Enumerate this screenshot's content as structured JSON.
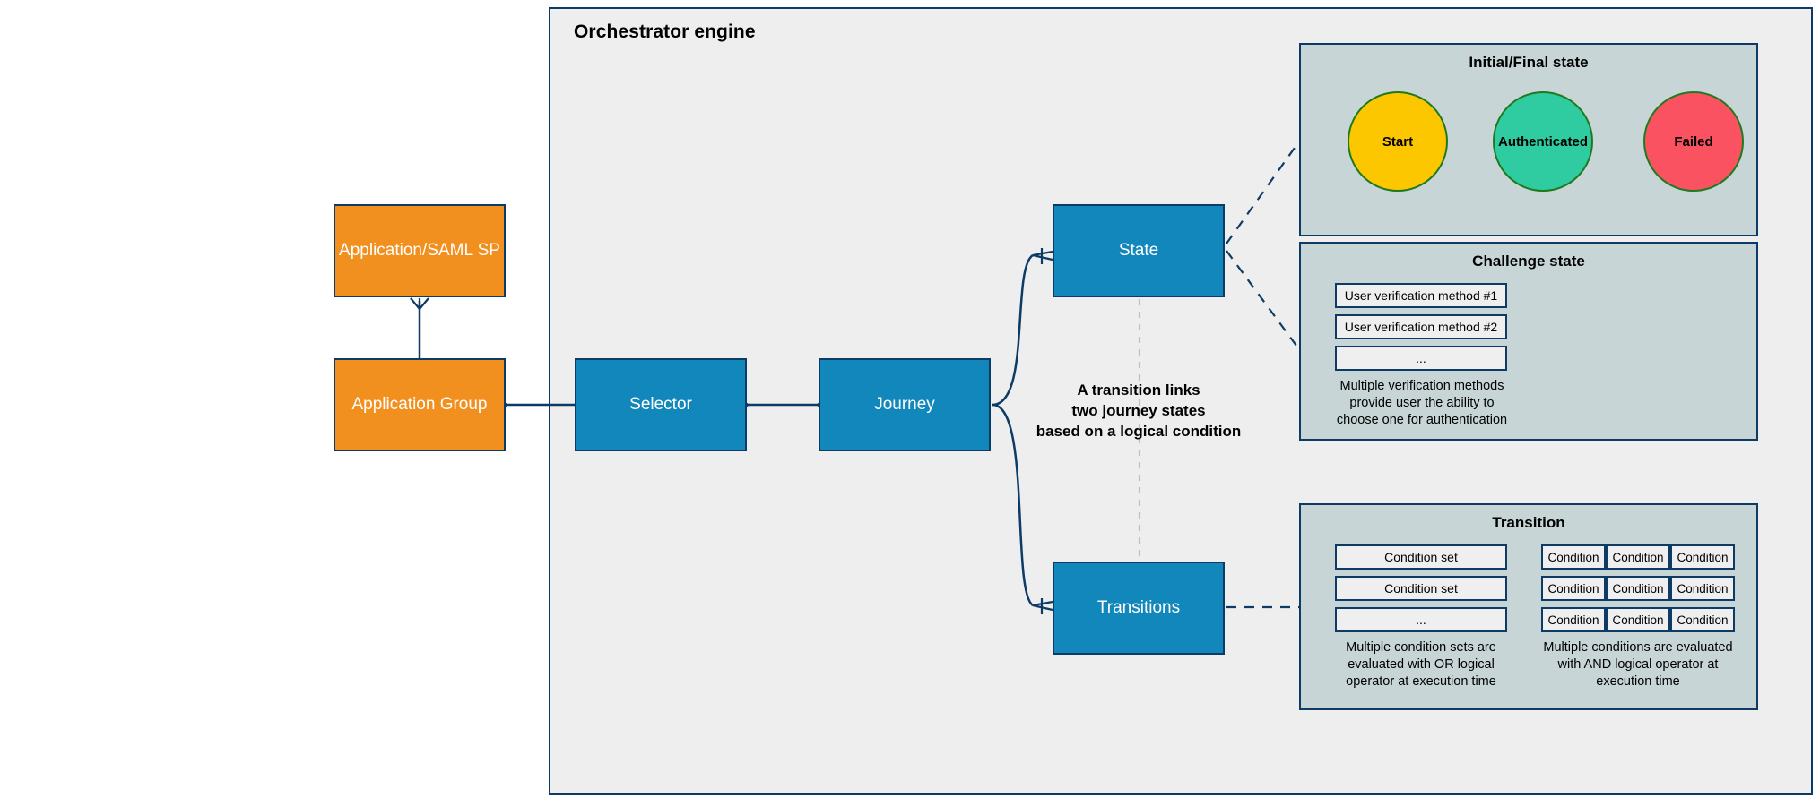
{
  "diagram": {
    "title": "Orchestrator engine",
    "center_note": "A transition links\ntwo journey states\nbased on a logical condition",
    "colors": {
      "border": "#0d3b66",
      "orange_node": "#f2901f",
      "blue_node": "#1287bc",
      "panel_bg": "#c7d5d6",
      "engine_bg": "#eeeeee",
      "circle_border": "#1f7a1f",
      "start": "#fdc700",
      "authenticated": "#2ecca0",
      "failed": "#fa5260"
    }
  },
  "nodes": {
    "app_saml": "Application/SAML SP",
    "app_group": "Application Group",
    "selector": "Selector",
    "journey": "Journey",
    "state": "State",
    "transitions": "Transitions"
  },
  "panels": {
    "initial_final": {
      "title": "Initial/Final state",
      "circles": [
        {
          "label": "Start",
          "color": "#fdc700"
        },
        {
          "label": "Authenticated",
          "color": "#2ecca0"
        },
        {
          "label": "Failed",
          "color": "#fa5260"
        }
      ]
    },
    "challenge": {
      "title": "Challenge state",
      "items": [
        "User verification method #1",
        "User verification method #2",
        "..."
      ],
      "caption": "Multiple verification methods\nprovide user the ability to\nchoose one for authentication"
    },
    "transition": {
      "title": "Transition",
      "condition_sets": [
        "Condition set",
        "Condition set",
        "..."
      ],
      "conditions_caption": "Multiple conditions are evaluated\nwith AND logical operator at\nexecution time",
      "condition_sets_caption": "Multiple condition sets are\nevaluated with OR logical\noperator at execution time",
      "conditions_grid": [
        [
          "Condition",
          "Condition",
          "Condition"
        ],
        [
          "Condition",
          "Condition",
          "Condition"
        ],
        [
          "Condition",
          "Condition",
          "Condition"
        ]
      ]
    }
  }
}
